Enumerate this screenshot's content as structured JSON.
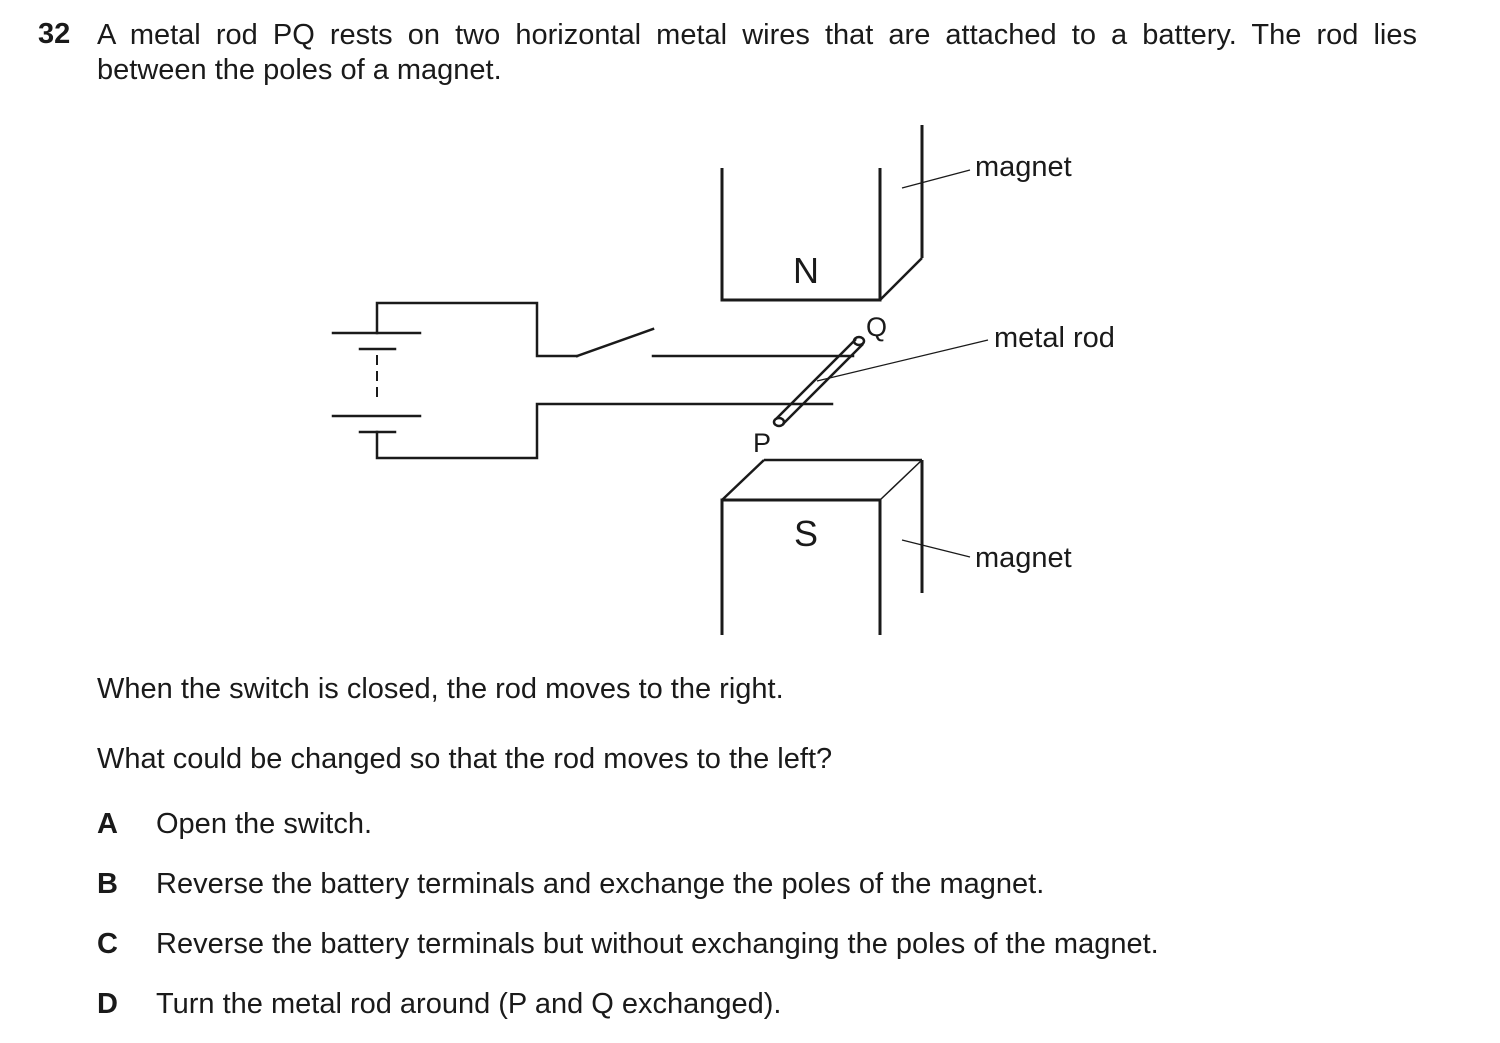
{
  "question": {
    "number": "32",
    "stem_line1": "A metal rod PQ rests on two horizontal metal wires that are attached to a battery. The rod lies",
    "stem_line2": "between the poles of a magnet."
  },
  "diagram": {
    "pole_north": "N",
    "pole_south": "S",
    "rod_end_q": "Q",
    "rod_end_p": "P",
    "label_magnet_top": "magnet",
    "label_metal_rod": "metal rod",
    "label_magnet_bottom": "magnet",
    "line_color": "#1a1a1a"
  },
  "body": {
    "statement": "When the switch is closed, the rod moves to the right.",
    "question": "What could be changed so that the rod moves to the left?"
  },
  "options": [
    {
      "letter": "A",
      "text": "Open the switch."
    },
    {
      "letter": "B",
      "text": "Reverse the battery terminals and exchange the poles of the magnet."
    },
    {
      "letter": "C",
      "text": "Reverse the battery terminals but without exchanging the poles of the magnet."
    },
    {
      "letter": "D",
      "text": "Turn the metal rod around (P and Q exchanged)."
    }
  ]
}
